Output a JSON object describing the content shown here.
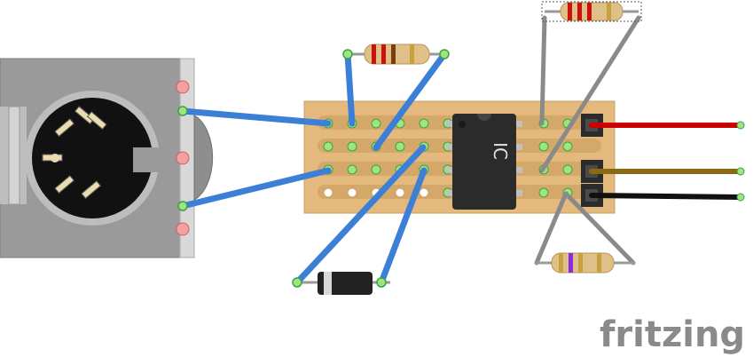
{
  "watermark": {
    "text": "fritzing"
  },
  "ic": {
    "label": "IC"
  },
  "colors": {
    "board": "#e3b97d",
    "board_edge": "#c9a064",
    "hole": "#ffffff",
    "connected": "#9ee57a",
    "wire_blue": "#3c7fd6",
    "wire_grey": "#8a8a8a",
    "wire_red": "#cc0000",
    "wire_brown": "#8b6914",
    "wire_black": "#111111",
    "din_body": "#9a9a9a",
    "ic_body": "#2b2b2b",
    "diode_body": "#222222",
    "watermark": "#8a8a8a"
  },
  "components": {
    "din_socket": "midi-din-5-pin-socket",
    "stripboard": "stripboard-4-rows",
    "ic": "dip-8-optocoupler",
    "diode": "diode",
    "resistor_count": 3,
    "header_pins": 3
  }
}
